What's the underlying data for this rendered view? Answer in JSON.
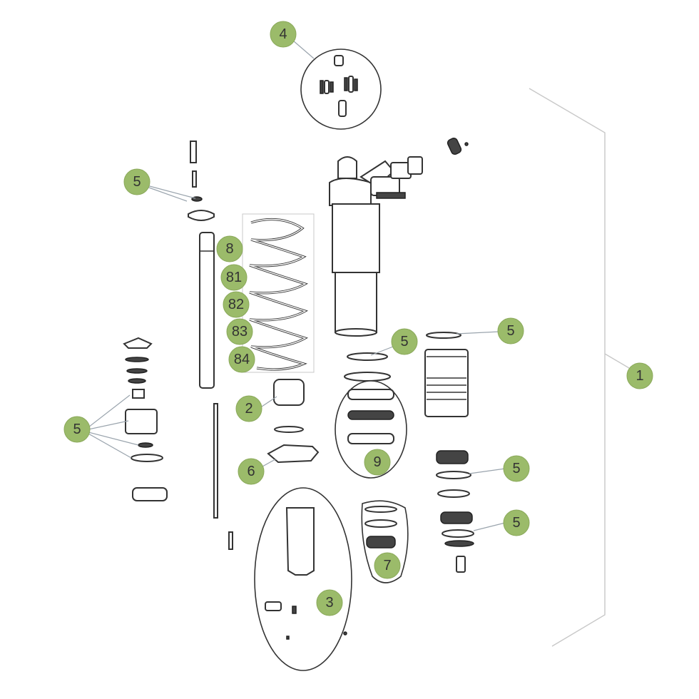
{
  "callouts": {
    "shock_assembly": "1",
    "bumper": "2",
    "mounting_hardware": "3",
    "reservoir_seals": "4",
    "seal_kit": "5",
    "bottom_out_bumper": "6",
    "valve_group": "7",
    "spring": "8",
    "spring_81": "81",
    "spring_82": "82",
    "spring_83": "83",
    "spring_84": "84",
    "piston_group": "9"
  },
  "colors": {
    "callout_fill": "#9bbb6a",
    "line": "#333333",
    "leader": "#9aa4ad",
    "background": "#ffffff"
  }
}
